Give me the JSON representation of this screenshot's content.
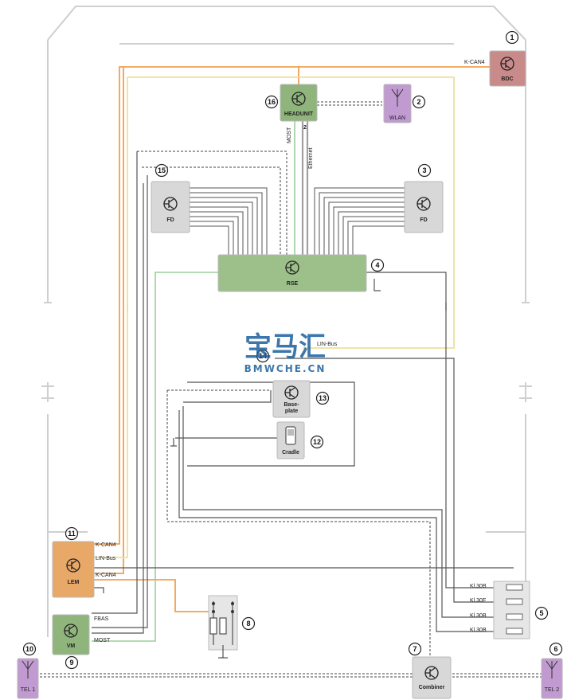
{
  "modules": {
    "bdc": {
      "label": "BDC",
      "color": "#c98a8a"
    },
    "headunit": {
      "label": "HEADUNIT",
      "color": "#8fb57c"
    },
    "wlan": {
      "label": "WLAN",
      "color": "#c09ad0"
    },
    "fd_left": {
      "label": "FD",
      "color": "#d8d8d8"
    },
    "fd_right": {
      "label": "FD",
      "color": "#d8d8d8"
    },
    "rse": {
      "label": "RSE",
      "color": "#9dc08a"
    },
    "baseplate": {
      "label": "Base-\nplate",
      "color": "#d8d8d8"
    },
    "cradle": {
      "label": "Cradle",
      "color": "#d8d8d8"
    },
    "lem": {
      "label": "LEM",
      "color": "#e8a868"
    },
    "vm": {
      "label": "VM",
      "color": "#8fb57c"
    },
    "combiner": {
      "label": "Combiner",
      "color": "#d8d8d8"
    },
    "tel1": {
      "label": "TEL 1",
      "color": "#c09ad0"
    },
    "tel2": {
      "label": "TEL 2",
      "color": "#c09ad0"
    }
  },
  "callouts": [
    "1",
    "2",
    "3",
    "4",
    "5",
    "6",
    "7",
    "8",
    "9",
    "10",
    "11",
    "12",
    "13",
    "14",
    "15",
    "16"
  ],
  "bus_labels": {
    "kcan4_top": "K-CAN4",
    "most_vertical": "MOST",
    "ethernet_vertical": "Ethernet",
    "ethernet_num": "2",
    "lin_bus_right": "LIN-Bus",
    "lem_kcan4_top": "K-CAN4",
    "lem_linbus": "LIN-Bus",
    "lem_kcan4_bottom": "K-CAN4",
    "vm_fbas": "FBAS",
    "vm_most": "MOST"
  },
  "fuses": [
    "Kl.30B",
    "Kl.30F",
    "Kl.30B",
    "Kl.30B"
  ],
  "watermark": {
    "cn": "宝马汇",
    "en": "BMWCHE.CN"
  },
  "colors": {
    "kcan": "#f0a050",
    "most": "#90c890",
    "lin": "#f2e6a0",
    "power": "#444444",
    "ethernet": "#8a8a8a",
    "outline": "#cccccc"
  }
}
